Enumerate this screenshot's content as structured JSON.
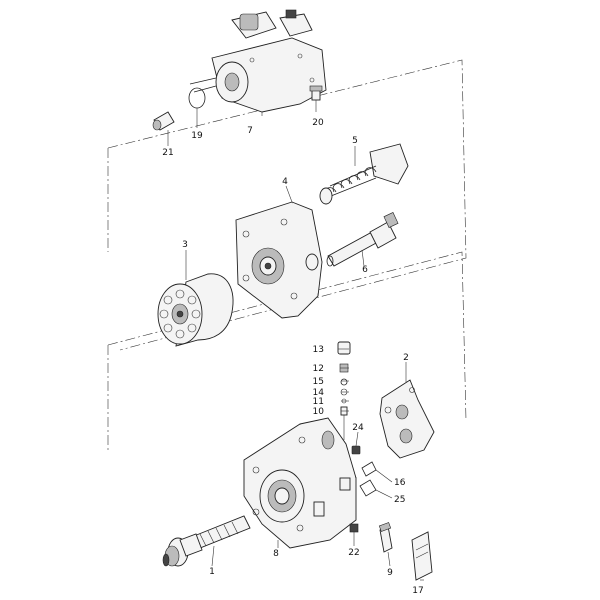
{
  "diagram": {
    "callouts": [
      "1",
      "2",
      "3",
      "4",
      "5",
      "6",
      "7",
      "8",
      "9",
      "10",
      "11",
      "12",
      "13",
      "14",
      "15",
      "16",
      "17",
      "19",
      "20",
      "21",
      "22",
      "24",
      "25"
    ]
  }
}
